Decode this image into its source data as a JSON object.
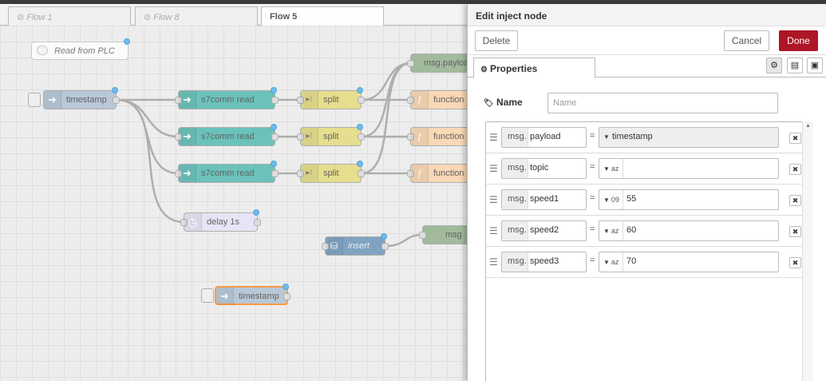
{
  "tabs": [
    {
      "label": "Flow 1",
      "icon": "disabled-icon",
      "active": false
    },
    {
      "label": "Flow 8",
      "icon": "disabled-icon",
      "active": false
    },
    {
      "label": "Flow 5",
      "icon": "",
      "active": true
    }
  ],
  "nodes": {
    "comment": "Read from PLC",
    "inject1": "timestamp",
    "s7read1": "s7comm read",
    "s7read2": "s7comm read",
    "s7read3": "s7comm read",
    "split1": "split",
    "split2": "split",
    "split3": "split",
    "func1": "function",
    "func2": "function",
    "func3": "function",
    "debug_payload": "msg.payload",
    "delay": "delay 1s",
    "insert": "insert",
    "debug_msg": "msg",
    "inject2": "timestamp"
  },
  "colors": {
    "inject": "#a6bbcf",
    "s7comm": "#3fb3a9",
    "split": "#e2d96e",
    "function": "#fdd0a2",
    "debug": "#87a980",
    "delay": "#e6e0f8",
    "postgres": "#5b8ab3",
    "done": "#ad1625"
  },
  "tray": {
    "title": "Edit inject node",
    "delete_label": "Delete",
    "cancel_label": "Cancel",
    "done_label": "Done",
    "properties_tab": "Properties",
    "name_label": "Name",
    "name_placeholder": "Name",
    "name_value": ""
  },
  "properties": [
    {
      "prefix": "msg.",
      "key": "payload",
      "eq": "=",
      "type": "timestamp",
      "type_glyph": "",
      "value": "timestamp"
    },
    {
      "prefix": "msg.",
      "key": "topic",
      "eq": "=",
      "type": "string",
      "type_glyph": "az",
      "value": ""
    },
    {
      "prefix": "msg.",
      "key": "speed1",
      "eq": "=",
      "type": "number",
      "type_glyph": "09",
      "value": "55"
    },
    {
      "prefix": "msg.",
      "key": "speed2",
      "eq": "=",
      "type": "string",
      "type_glyph": "az",
      "value": "60"
    },
    {
      "prefix": "msg.",
      "key": "speed3",
      "eq": "=",
      "type": "string",
      "type_glyph": "az",
      "value": "70"
    }
  ]
}
